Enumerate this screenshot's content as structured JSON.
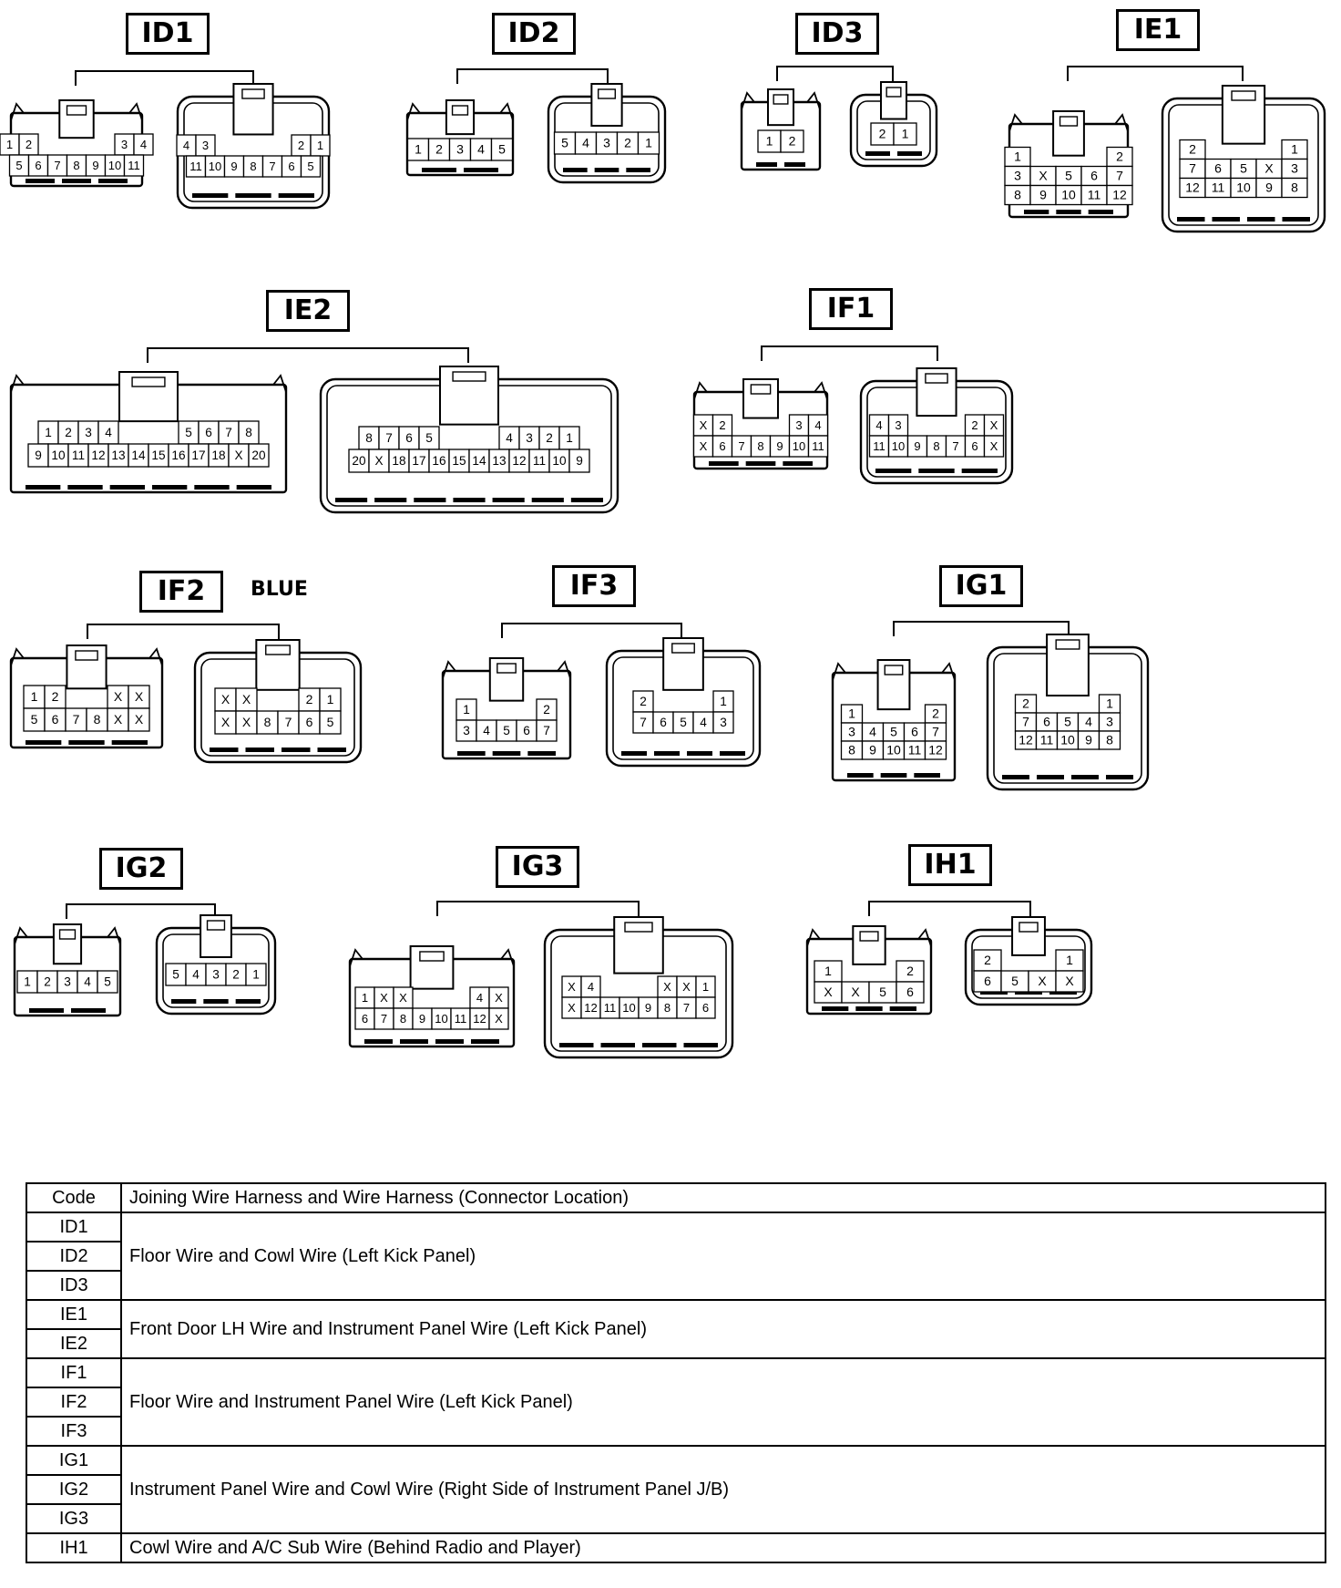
{
  "connectors": [
    {
      "id": "ID1",
      "name": "connector-id1",
      "pair": [
        {
          "shape": "lock",
          "rows": [
            [
              "1",
              "2",
              "",
              "",
              "",
              "",
              "3",
              "4"
            ],
            [
              "5",
              "6",
              "7",
              "8",
              "9",
              "10",
              "11"
            ]
          ]
        },
        {
          "shape": "housing",
          "rows": [
            [
              "4",
              "3",
              "",
              "",
              "",
              "",
              "2",
              "1"
            ],
            [
              "11",
              "10",
              "9",
              "8",
              "7",
              "6",
              "5"
            ]
          ]
        }
      ]
    },
    {
      "id": "ID2",
      "name": "connector-id2",
      "pair": [
        {
          "shape": "lock",
          "rows": [
            [
              "1",
              "2",
              "3",
              "4",
              "5"
            ]
          ]
        },
        {
          "shape": "housing",
          "rows": [
            [
              "5",
              "4",
              "3",
              "2",
              "1"
            ]
          ]
        }
      ]
    },
    {
      "id": "ID3",
      "name": "connector-id3",
      "pair": [
        {
          "shape": "lock",
          "rows": [
            [
              "1",
              "2"
            ]
          ]
        },
        {
          "shape": "housing",
          "rows": [
            [
              "2",
              "1"
            ]
          ]
        }
      ]
    },
    {
      "id": "IE1",
      "name": "connector-ie1",
      "pair": [
        {
          "shape": "lock",
          "rows": [
            [
              "1",
              "",
              "",
              "",
              "2"
            ],
            [
              "3",
              "X",
              "5",
              "6",
              "7"
            ],
            [
              "8",
              "9",
              "10",
              "11",
              "12"
            ]
          ]
        },
        {
          "shape": "housing",
          "rows": [
            [
              "2",
              "",
              "",
              "",
              "1"
            ],
            [
              "7",
              "6",
              "5",
              "X",
              "3"
            ],
            [
              "12",
              "11",
              "10",
              "9",
              "8"
            ]
          ]
        }
      ]
    },
    {
      "id": "IE2",
      "name": "connector-ie2",
      "pair": [
        {
          "shape": "lock",
          "rows": [
            [
              "1",
              "2",
              "3",
              "4",
              "",
              "",
              "",
              "5",
              "6",
              "7",
              "8"
            ],
            [
              "9",
              "10",
              "11",
              "12",
              "13",
              "14",
              "15",
              "16",
              "17",
              "18",
              "X",
              "20"
            ]
          ]
        },
        {
          "shape": "housing",
          "rows": [
            [
              "8",
              "7",
              "6",
              "5",
              "",
              "",
              "",
              "4",
              "3",
              "2",
              "1"
            ],
            [
              "20",
              "X",
              "18",
              "17",
              "16",
              "15",
              "14",
              "13",
              "12",
              "11",
              "10",
              "9"
            ]
          ]
        }
      ]
    },
    {
      "id": "IF1",
      "name": "connector-if1",
      "pair": [
        {
          "shape": "lock",
          "rows": [
            [
              "X",
              "2",
              "",
              "",
              "",
              "3",
              "4"
            ],
            [
              "X",
              "6",
              "7",
              "8",
              "9",
              "10",
              "11"
            ]
          ]
        },
        {
          "shape": "housing",
          "rows": [
            [
              "4",
              "3",
              "",
              "",
              "",
              "2",
              "X"
            ],
            [
              "11",
              "10",
              "9",
              "8",
              "7",
              "6",
              "X"
            ]
          ]
        }
      ]
    },
    {
      "id": "IF2",
      "name": "connector-if2",
      "note": "BLUE",
      "pair": [
        {
          "shape": "lock",
          "rows": [
            [
              "1",
              "2",
              "",
              "",
              "X",
              "X"
            ],
            [
              "5",
              "6",
              "7",
              "8",
              "X",
              "X"
            ]
          ]
        },
        {
          "shape": "housing",
          "rows": [
            [
              "X",
              "X",
              "",
              "",
              "2",
              "1"
            ],
            [
              "X",
              "X",
              "8",
              "7",
              "6",
              "5"
            ]
          ]
        }
      ]
    },
    {
      "id": "IF3",
      "name": "connector-if3",
      "pair": [
        {
          "shape": "lock",
          "rows": [
            [
              "1",
              "",
              "",
              "",
              "2"
            ],
            [
              "3",
              "4",
              "5",
              "6",
              "7"
            ]
          ]
        },
        {
          "shape": "housing",
          "rows": [
            [
              "2",
              "",
              "",
              "",
              "1"
            ],
            [
              "7",
              "6",
              "5",
              "4",
              "3"
            ]
          ]
        }
      ]
    },
    {
      "id": "IG1",
      "name": "connector-ig1",
      "pair": [
        {
          "shape": "lock",
          "rows": [
            [
              "1",
              "",
              "",
              "",
              "2"
            ],
            [
              "3",
              "4",
              "5",
              "6",
              "7"
            ],
            [
              "8",
              "9",
              "10",
              "11",
              "12"
            ]
          ]
        },
        {
          "shape": "housing",
          "rows": [
            [
              "2",
              "",
              "",
              "",
              "1"
            ],
            [
              "7",
              "6",
              "5",
              "4",
              "3"
            ],
            [
              "12",
              "11",
              "10",
              "9",
              "8"
            ]
          ]
        }
      ]
    },
    {
      "id": "IG2",
      "name": "connector-ig2",
      "pair": [
        {
          "shape": "lock",
          "rows": [
            [
              "1",
              "2",
              "3",
              "4",
              "5"
            ]
          ]
        },
        {
          "shape": "housing",
          "rows": [
            [
              "5",
              "4",
              "3",
              "2",
              "1"
            ]
          ]
        }
      ]
    },
    {
      "id": "IG3",
      "name": "connector-ig3",
      "pair": [
        {
          "shape": "lock",
          "rows": [
            [
              "1",
              "X",
              "X",
              "",
              "",
              "",
              "4",
              "X"
            ],
            [
              "6",
              "7",
              "8",
              "9",
              "10",
              "11",
              "12",
              "X"
            ]
          ]
        },
        {
          "shape": "housing",
          "rows": [
            [
              "X",
              "4",
              "",
              "",
              "",
              "X",
              "X",
              "1"
            ],
            [
              "X",
              "12",
              "11",
              "10",
              "9",
              "8",
              "7",
              "6"
            ]
          ]
        }
      ]
    },
    {
      "id": "IH1",
      "name": "connector-ih1",
      "pair": [
        {
          "shape": "lock",
          "rows": [
            [
              "1",
              "",
              "",
              "2"
            ],
            [
              "X",
              "X",
              "5",
              "6"
            ]
          ]
        },
        {
          "shape": "housing",
          "rows": [
            [
              "2",
              "",
              "",
              "1"
            ],
            [
              "6",
              "5",
              "X",
              "X"
            ]
          ]
        }
      ]
    }
  ],
  "table": {
    "header": {
      "code": "Code",
      "desc": "Joining Wire Harness and Wire Harness (Connector Location)"
    },
    "groups": [
      {
        "codes": [
          "ID1",
          "ID2",
          "ID3"
        ],
        "desc": "Floor Wire and Cowl Wire (Left Kick Panel)"
      },
      {
        "codes": [
          "IE1",
          "IE2"
        ],
        "desc": "Front Door LH Wire and Instrument Panel Wire (Left Kick Panel)"
      },
      {
        "codes": [
          "IF1",
          "IF2",
          "IF3"
        ],
        "desc": "Floor Wire and Instrument Panel Wire (Left Kick Panel)"
      },
      {
        "codes": [
          "IG1",
          "IG2",
          "IG3"
        ],
        "desc": "Instrument Panel Wire and Cowl Wire (Right Side of Instrument Panel J/B)"
      },
      {
        "codes": [
          "IH1"
        ],
        "desc": "Cowl Wire and A/C Sub Wire (Behind Radio and Player)"
      }
    ]
  }
}
